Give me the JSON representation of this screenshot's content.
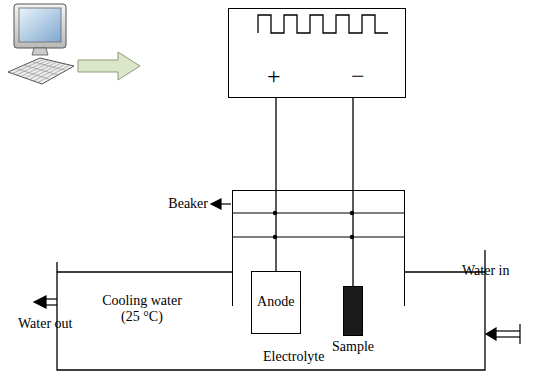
{
  "diagram": {
    "nodes": [
      {
        "text": [
          "+",
          "−"
        ]
      },
      {
        "text": [
          "Cooling water (25 °C)"
        ]
      },
      {
        "text": [
          "Electrolyte"
        ],
        "in": 1
      },
      {
        "text": [
          "Anode"
        ],
        "in": 2
      },
      {
        "text": [
          "Sample"
        ],
        "in": 2
      }
    ],
    "edges": [
      {
        "from": 0,
        "to": 3,
        "arrow": "none"
      },
      {
        "from": 0,
        "to": 4,
        "arrow": "none"
      }
    ],
    "labels": [
      "Beaker",
      "Water out",
      "Water in"
    ]
  }
}
